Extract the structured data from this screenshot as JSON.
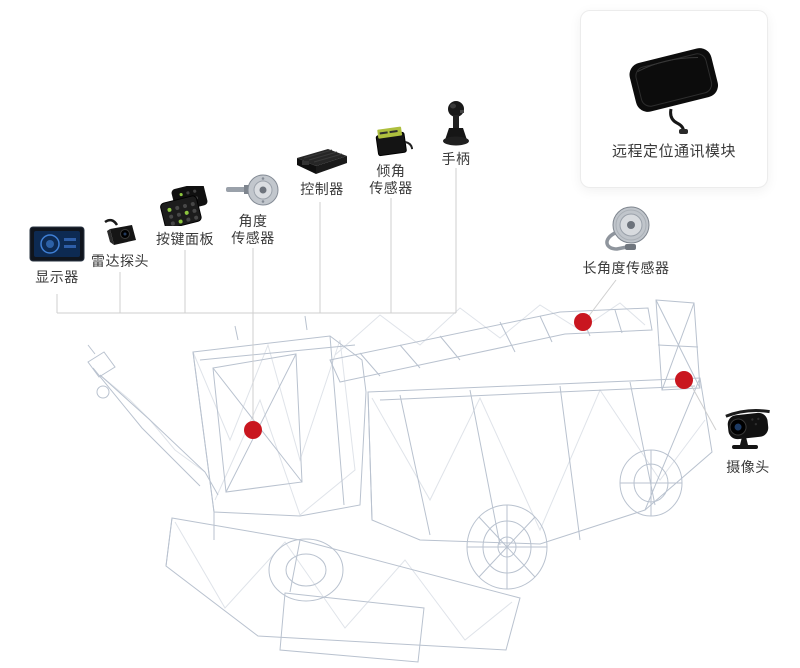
{
  "diagram": {
    "kind": "product-component-callout",
    "subject": "road-sweeper-truck-wireframe"
  },
  "components": [
    {
      "id": "display",
      "label": "显示器"
    },
    {
      "id": "radar-probe",
      "label": "雷达探头"
    },
    {
      "id": "keypad-panel",
      "label": "按键面板"
    },
    {
      "id": "angle-sensor",
      "label": "角度\n传感器"
    },
    {
      "id": "controller",
      "label": "控制器"
    },
    {
      "id": "tilt-sensor",
      "label": "倾角\n传感器"
    },
    {
      "id": "joystick",
      "label": "手柄"
    },
    {
      "id": "long-angle-sensor",
      "label": "长角度传感器"
    },
    {
      "id": "camera",
      "label": "摄像头"
    }
  ],
  "card": {
    "label": "远程定位通讯模块"
  },
  "markers": [
    {
      "id": "cab-marker"
    },
    {
      "id": "boom-marker"
    },
    {
      "id": "rear-marker"
    }
  ],
  "colors": {
    "background": "#ffffff",
    "marker_red": "#c9161f",
    "connector_line": "#cfcfcf",
    "label_text": "#3a3a3a",
    "wireframe": "#b9c2cf",
    "keypad_green": "#8dc63f",
    "screen_blue": "#3f7fd4"
  }
}
